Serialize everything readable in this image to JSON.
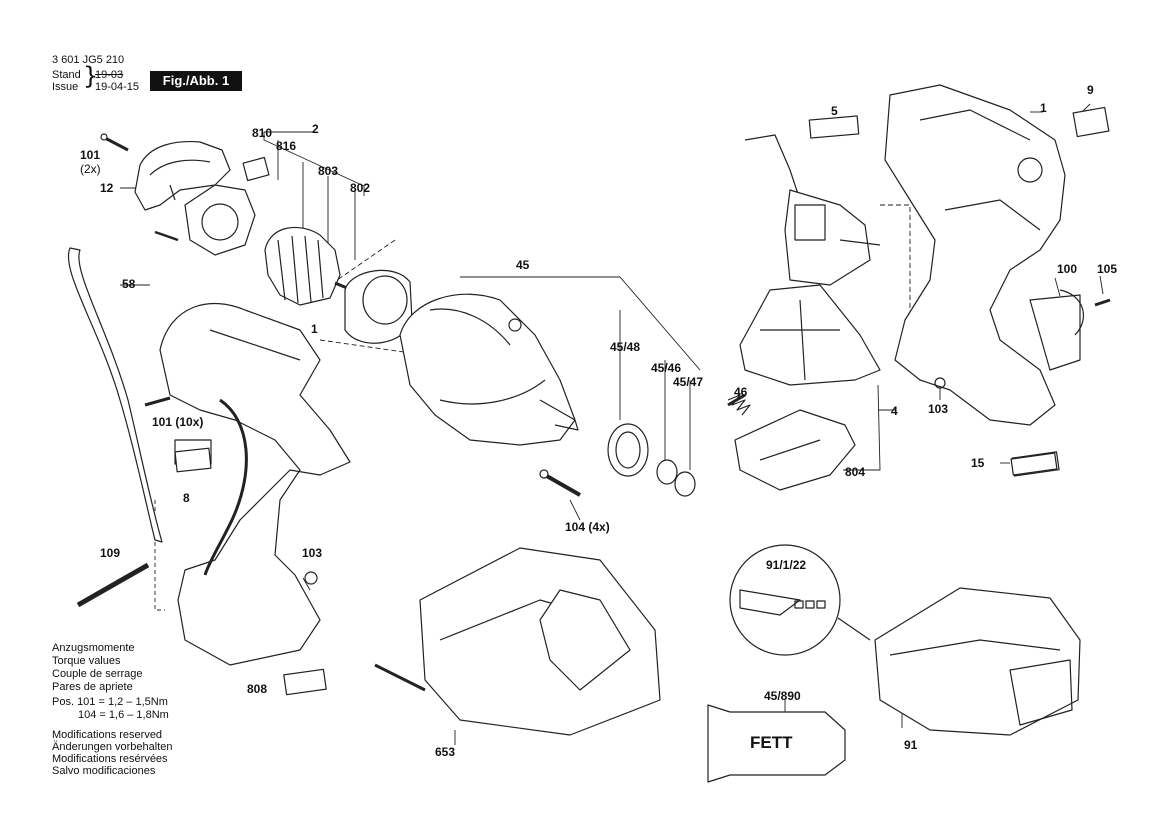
{
  "header": {
    "doc_number": "3 601 JG5 210",
    "stand_label": "Stand",
    "issue_label": "Issue",
    "stand_date": "19-03",
    "issue_date": "19-04-15",
    "figure_badge": "Fig./Abb. 1"
  },
  "part_labels": [
    "101",
    "(2x)",
    "12",
    "810",
    "816",
    "2",
    "803",
    "802",
    "5",
    "1",
    "9",
    "58",
    "1",
    "45",
    "45/48",
    "45/46",
    "45/47",
    "46",
    "100",
    "105",
    "103",
    "4",
    "101 (10x)",
    "8",
    "104 (4x)",
    "804",
    "15",
    "109",
    "103",
    "91/1/22",
    "45/890",
    "FETT",
    "808",
    "653",
    "91"
  ],
  "torque_notes": {
    "lines": [
      "Anzugsmomente",
      "Torque values",
      "Couple de serrage",
      "Pares de apriete"
    ],
    "pos_101": "Pos. 101 = 1,2 – 1,5Nm",
    "pos_104": "104 = 1,6 – 1,8Nm"
  },
  "modifications": [
    "Modifications reserved",
    "Änderungen vorbehalten",
    "Modifications resérvées",
    "Salvo modificaciones"
  ],
  "icons": [
    "screw-icon",
    "motor-icon",
    "gear-housing-icon",
    "switch-icon",
    "drill-housing-icon",
    "charger-icon",
    "battery-icon",
    "grease-tube-icon",
    "strap-icon",
    "bit-icon"
  ]
}
